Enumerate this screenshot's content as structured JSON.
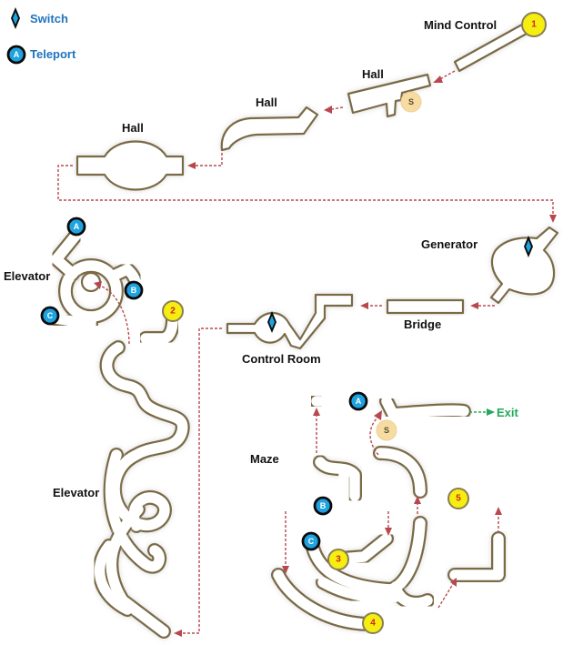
{
  "legend": {
    "switch": {
      "label": "Switch",
      "icon": "switch-diamond-icon"
    },
    "teleport": {
      "label": "Teleport",
      "icon": "teleport-circle-icon",
      "letter": "A"
    }
  },
  "areas": {
    "mind_control": "Mind Control",
    "hall_1": "Hall",
    "hall_2": "Hall",
    "hall_3": "Hall",
    "generator": "Generator",
    "bridge": "Bridge",
    "control_room": "Control Room",
    "elevator_top": "Elevator",
    "elevator_bottom": "Elevator",
    "maze": "Maze",
    "exit": "Exit"
  },
  "markers": {
    "numbers": [
      "1",
      "2",
      "3",
      "4",
      "5"
    ],
    "teleports_elevator": [
      "A",
      "B",
      "C"
    ],
    "teleports_maze": [
      "A",
      "B",
      "C"
    ],
    "save": "S"
  },
  "colors": {
    "wall": "#7a6a45",
    "route": "#b8484e",
    "exit": "#22a85a",
    "teleport": "#1fa3e0",
    "number": "#f5ee10",
    "save": "#f6dca3",
    "legend_text": "#1e73be"
  }
}
